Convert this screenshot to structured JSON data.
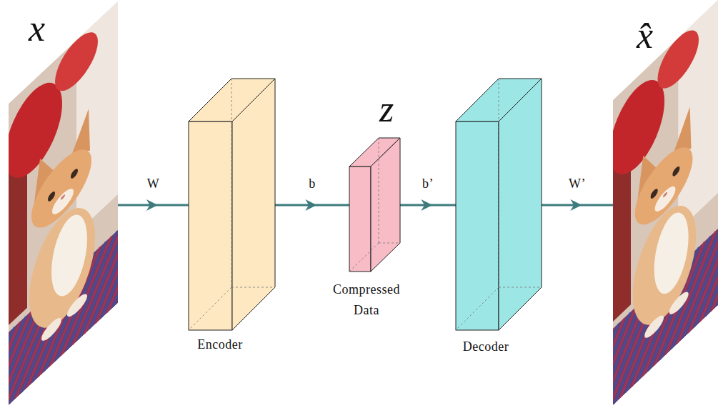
{
  "diagram": {
    "nodes": [
      {
        "text": [
          "x"
        ]
      },
      {
        "text": [
          "Encoder"
        ]
      },
      {
        "text": [
          "z",
          "Compressed Data"
        ]
      },
      {
        "text": [
          "Decoder"
        ]
      },
      {
        "text": [
          "x̂"
        ]
      }
    ],
    "edges": [
      {
        "from": 0,
        "to": 1,
        "label": "W",
        "arrow": "to"
      },
      {
        "from": 1,
        "to": 2,
        "label": "b",
        "arrow": "to"
      },
      {
        "from": 2,
        "to": 3,
        "label": "b’",
        "arrow": "to"
      },
      {
        "from": 3,
        "to": 4,
        "label": "W’",
        "arrow": "to"
      }
    ]
  }
}
